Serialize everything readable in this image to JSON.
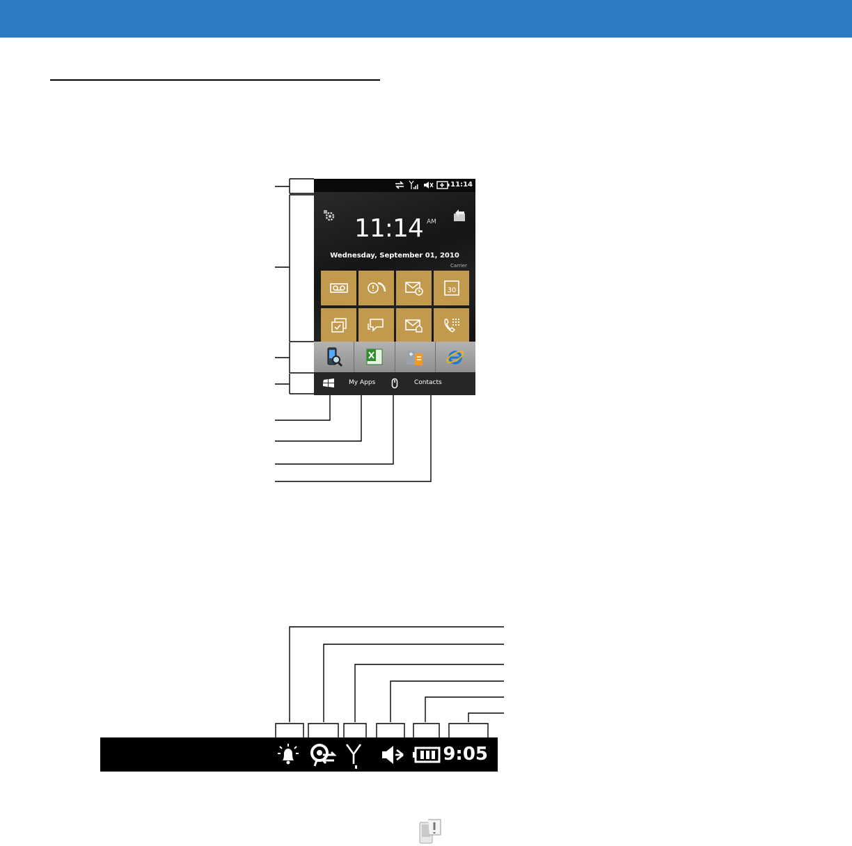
{
  "phone": {
    "status_time": "11:14",
    "clock": "11:14",
    "ampm": "AM",
    "date": "Wednesday, September 01, 2010",
    "carrier": "Carrier",
    "tiles": [
      "voicemail-icon",
      "missed-call-icon",
      "email-icon",
      "calendar-icon",
      "tasks-icon",
      "messaging-icon",
      "inbox-icon",
      "phone-dialer-icon"
    ],
    "calendar_day": "30",
    "pinned_apps": [
      "device-search-icon",
      "excel-icon",
      "calculator-icon",
      "internet-explorer-icon"
    ],
    "softkeys": {
      "left": "My Apps",
      "right": "Contacts"
    }
  },
  "status_bar": {
    "time": "9:05",
    "icons": [
      "alarm-icon",
      "sync-icon",
      "signal-icon",
      "speaker-mute-icon",
      "battery-icon"
    ]
  },
  "colors": {
    "header_band": "#2e7bc4",
    "tile": "#c29a4e"
  }
}
